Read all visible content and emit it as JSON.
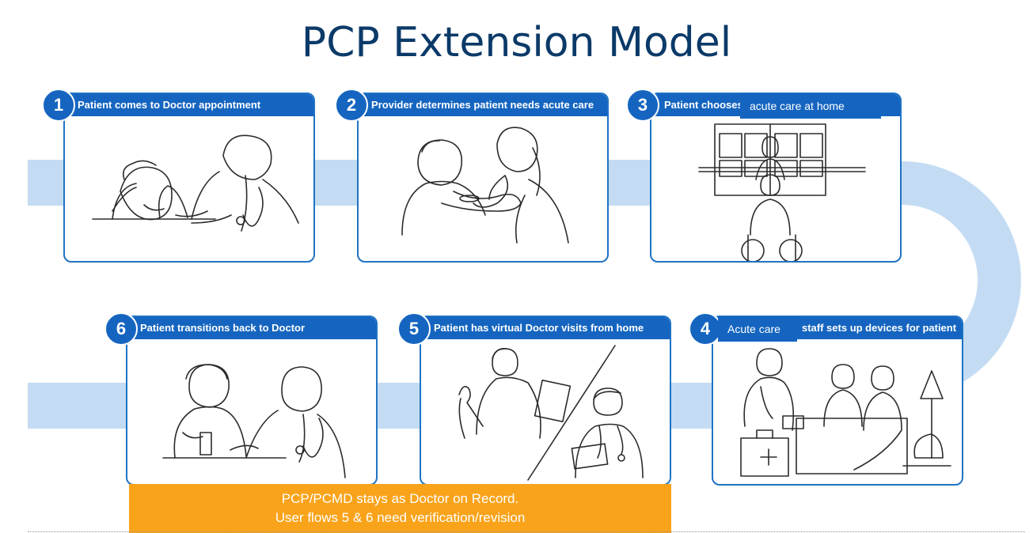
{
  "title": "PCP Extension Model",
  "colors": {
    "title": "#0b3a68",
    "header": "#1565c0",
    "card_border": "#1f73c4",
    "flow_band": "#c4dcf3",
    "banner": "#f9a31a"
  },
  "steps": [
    {
      "number": "1",
      "label": "Patient comes to Doctor appointment"
    },
    {
      "number": "2",
      "label": "Provider determines patient needs acute care"
    },
    {
      "number": "3",
      "label": "Patient chooses",
      "overlay": "acute care at home"
    },
    {
      "number": "4",
      "label": "staff sets up devices for patient",
      "overlay": "Acute care"
    },
    {
      "number": "5",
      "label": "Patient has virtual Doctor visits from home"
    },
    {
      "number": "6",
      "label": "Patient transitions back to Doctor"
    }
  ],
  "banner": {
    "line1": "PCP/PCMD stays as Doctor on Record.",
    "line2": "User flows 5 & 6  need verification/revision"
  }
}
